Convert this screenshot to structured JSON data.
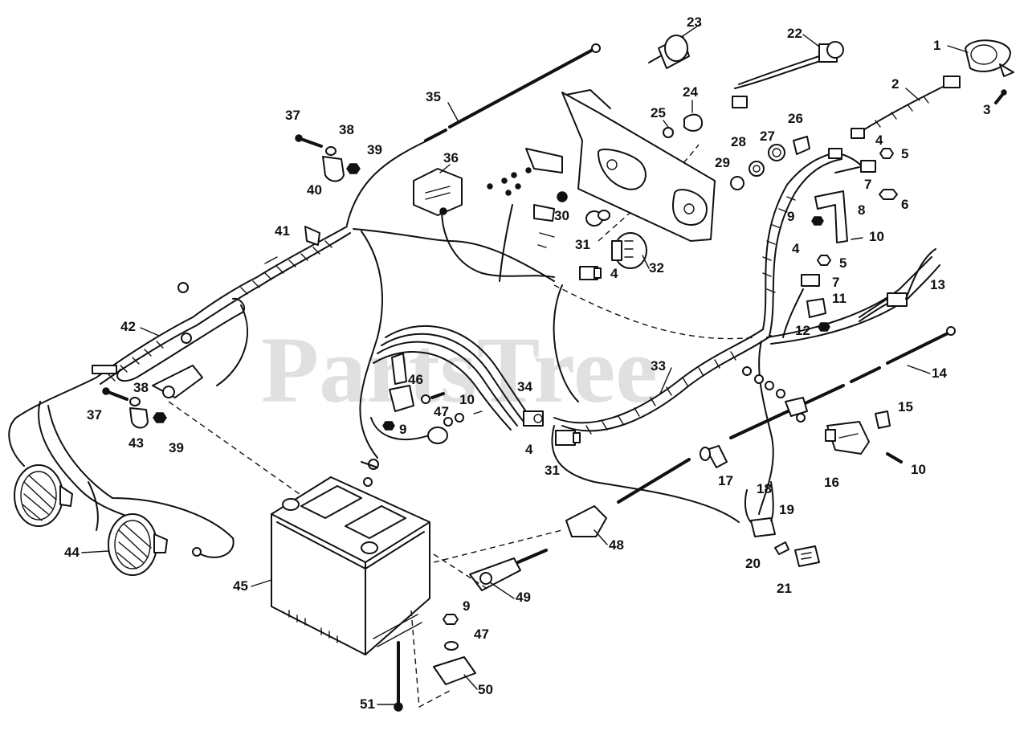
{
  "watermark": "PartsTree",
  "callouts": [
    {
      "id": "c1",
      "text": "1"
    },
    {
      "id": "c2",
      "text": "2"
    },
    {
      "id": "c3",
      "text": "3"
    },
    {
      "id": "c4a",
      "text": "4"
    },
    {
      "id": "c5a",
      "text": "5"
    },
    {
      "id": "c6",
      "text": "6"
    },
    {
      "id": "c7a",
      "text": "7"
    },
    {
      "id": "c8",
      "text": "8"
    },
    {
      "id": "c9a",
      "text": "9"
    },
    {
      "id": "c10a",
      "text": "10"
    },
    {
      "id": "c4b",
      "text": "4"
    },
    {
      "id": "c5b",
      "text": "5"
    },
    {
      "id": "c7b",
      "text": "7"
    },
    {
      "id": "c11",
      "text": "11"
    },
    {
      "id": "c12",
      "text": "12"
    },
    {
      "id": "c13",
      "text": "13"
    },
    {
      "id": "c14",
      "text": "14"
    },
    {
      "id": "c15",
      "text": "15"
    },
    {
      "id": "c16",
      "text": "16"
    },
    {
      "id": "c10b",
      "text": "10"
    },
    {
      "id": "c17",
      "text": "17"
    },
    {
      "id": "c18",
      "text": "18"
    },
    {
      "id": "c19",
      "text": "19"
    },
    {
      "id": "c20",
      "text": "20"
    },
    {
      "id": "c21",
      "text": "21"
    },
    {
      "id": "c22",
      "text": "22"
    },
    {
      "id": "c23",
      "text": "23"
    },
    {
      "id": "c24",
      "text": "24"
    },
    {
      "id": "c25",
      "text": "25"
    },
    {
      "id": "c26",
      "text": "26"
    },
    {
      "id": "c27",
      "text": "27"
    },
    {
      "id": "c28",
      "text": "28"
    },
    {
      "id": "c29",
      "text": "29"
    },
    {
      "id": "c30",
      "text": "30"
    },
    {
      "id": "c31a",
      "text": "31"
    },
    {
      "id": "c4c",
      "text": "4"
    },
    {
      "id": "c32",
      "text": "32"
    },
    {
      "id": "c33",
      "text": "33"
    },
    {
      "id": "c34",
      "text": "34"
    },
    {
      "id": "c4d",
      "text": "4"
    },
    {
      "id": "c31b",
      "text": "31"
    },
    {
      "id": "c35",
      "text": "35"
    },
    {
      "id": "c36",
      "text": "36"
    },
    {
      "id": "c37a",
      "text": "37"
    },
    {
      "id": "c38a",
      "text": "38"
    },
    {
      "id": "c39a",
      "text": "39"
    },
    {
      "id": "c40",
      "text": "40"
    },
    {
      "id": "c41",
      "text": "41"
    },
    {
      "id": "c42",
      "text": "42"
    },
    {
      "id": "c37b",
      "text": "37"
    },
    {
      "id": "c38b",
      "text": "38"
    },
    {
      "id": "c43",
      "text": "43"
    },
    {
      "id": "c39b",
      "text": "39"
    },
    {
      "id": "c46",
      "text": "46"
    },
    {
      "id": "c47a",
      "text": "47"
    },
    {
      "id": "c10c",
      "text": "10"
    },
    {
      "id": "c9b",
      "text": "9"
    },
    {
      "id": "c44",
      "text": "44"
    },
    {
      "id": "c45",
      "text": "45"
    },
    {
      "id": "c48",
      "text": "48"
    },
    {
      "id": "c49",
      "text": "49"
    },
    {
      "id": "c9c",
      "text": "9"
    },
    {
      "id": "c47b",
      "text": "47"
    },
    {
      "id": "c50",
      "text": "50"
    },
    {
      "id": "c51",
      "text": "51"
    }
  ]
}
